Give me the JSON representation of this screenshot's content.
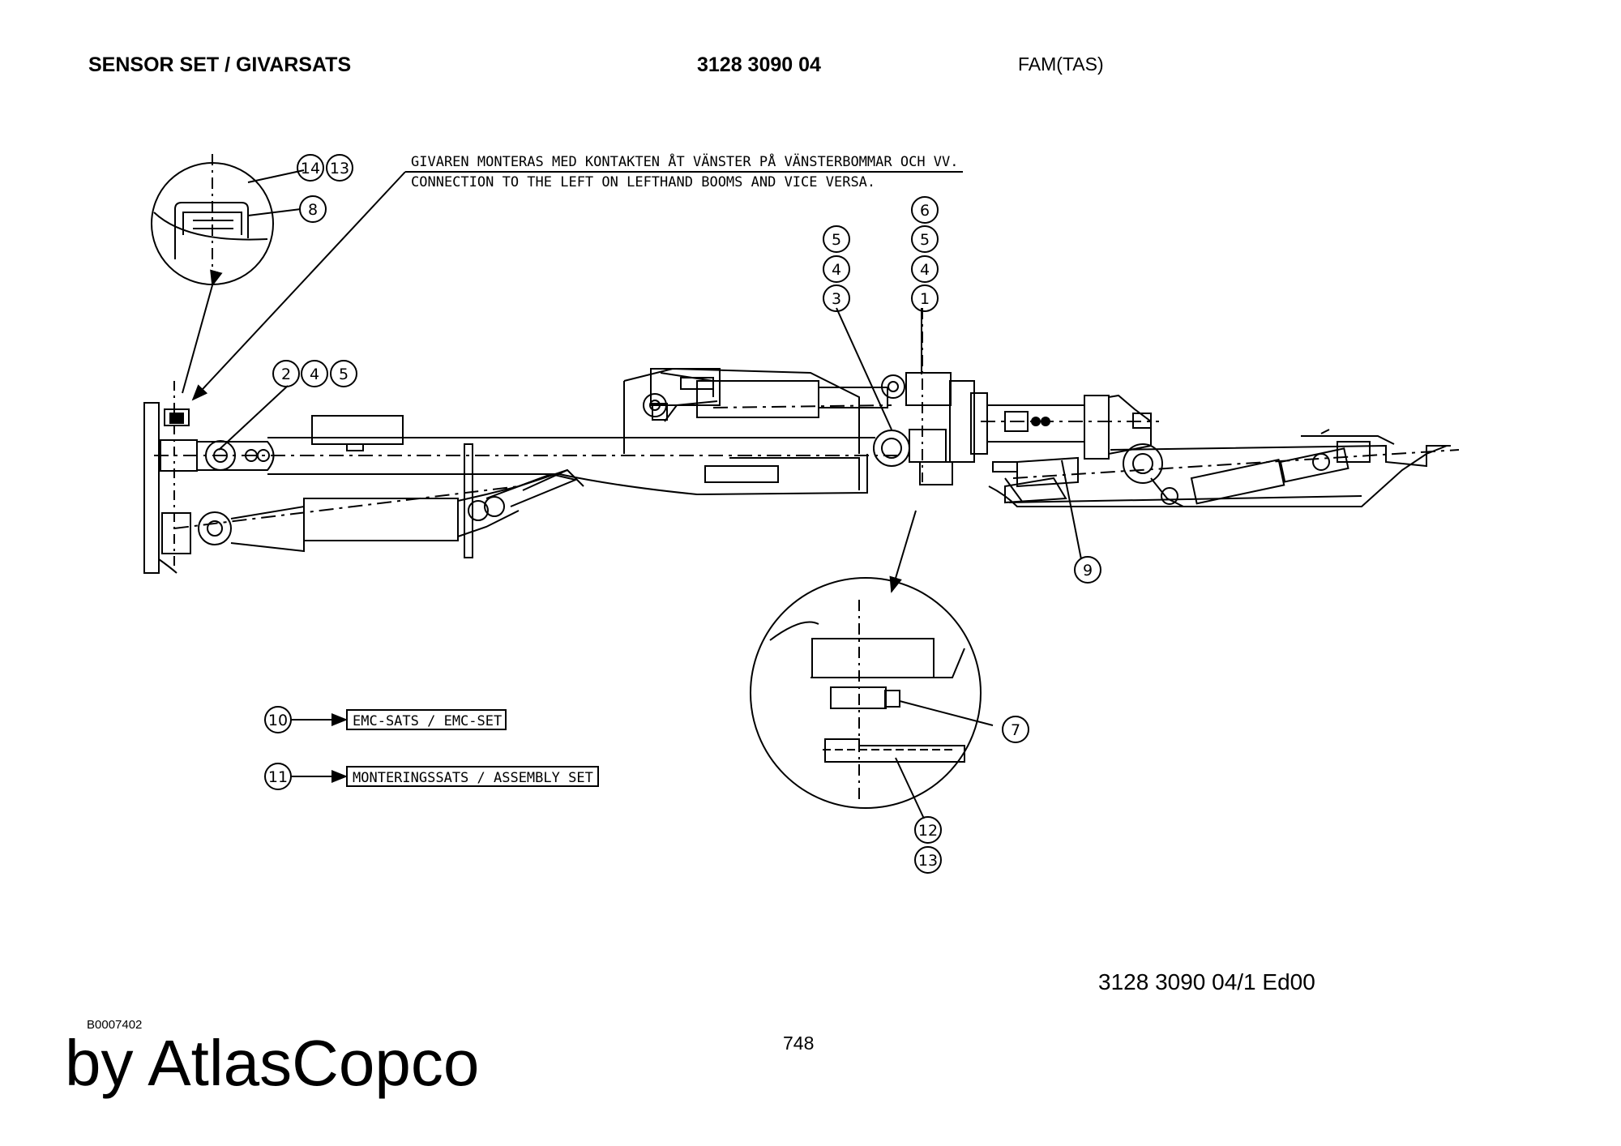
{
  "header": {
    "title": "SENSOR SET / GIVARSATS",
    "part_number": "3128 3090 04",
    "model_code": "FAM(TAS)"
  },
  "notes": {
    "line_sv": "GIVAREN MONTERAS MED KONTAKTEN ÅT VÄNSTER PÅ VÄNSTERBOMMAR OCH VV.",
    "line_en": "CONNECTION TO THE LEFT ON LEFTHAND BOOMS AND VICE VERSA."
  },
  "callouts": {
    "b14": "14",
    "b13a": "13",
    "b8": "8",
    "b2": "2",
    "b4a": "4",
    "b5a": "5",
    "b5b": "5",
    "b4b": "4",
    "b3": "3",
    "b6": "6",
    "b5c": "5",
    "b4c": "4",
    "b1": "1",
    "b9": "9",
    "b7": "7",
    "b12": "12",
    "b13b": "13",
    "b10": "10",
    "b11": "11"
  },
  "kits": {
    "emc_label": "EMC-SATS / EMC-SET",
    "assembly_label": "MONTERINGSSATS / ASSEMBLY SET"
  },
  "footer": {
    "drawing_number": "3128 3090 04/1  Ed00",
    "image_code": "B0007402",
    "page_number": "748",
    "brand": "by AtlasCopco"
  }
}
